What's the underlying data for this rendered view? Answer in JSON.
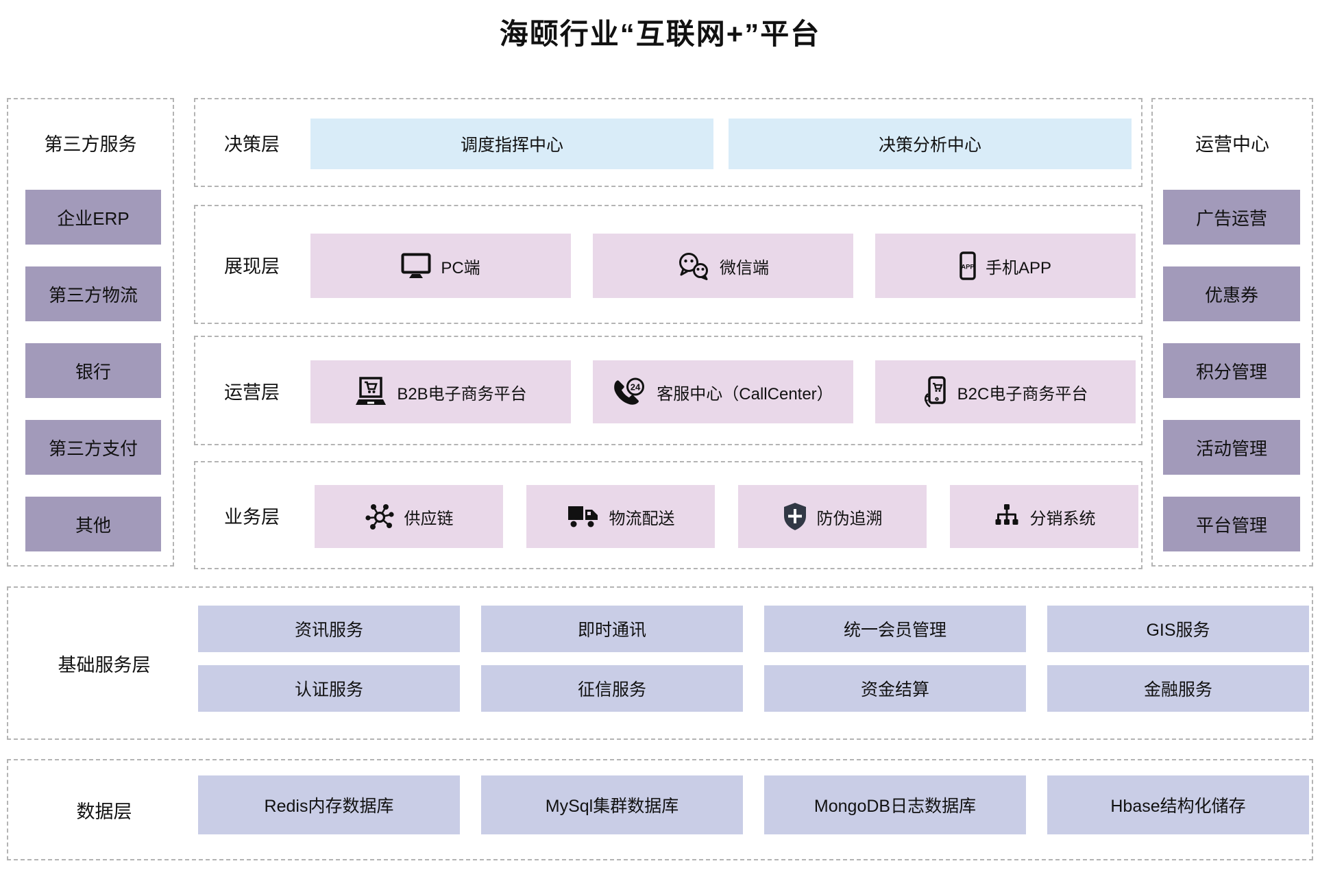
{
  "title": "海颐行业“互联网+”平台",
  "third_party": {
    "header": "第三方服务",
    "items": [
      "企业ERP",
      "第三方物流",
      "银行",
      "第三方支付",
      "其他"
    ]
  },
  "operation_center": {
    "header": "运营中心",
    "items": [
      "广告运营",
      "优惠券",
      "积分管理",
      "活动管理",
      "平台管理"
    ]
  },
  "layers": {
    "decision": {
      "label": "决策层",
      "items": [
        {
          "label": "调度指挥中心"
        },
        {
          "label": "决策分析中心"
        }
      ]
    },
    "presentation": {
      "label": "展现层",
      "items": [
        {
          "icon": "pc-icon",
          "label": "PC端"
        },
        {
          "icon": "wechat-icon",
          "label": "微信端"
        },
        {
          "icon": "mobile-app-icon",
          "label": "手机APP"
        }
      ]
    },
    "operation": {
      "label": "运营层",
      "items": [
        {
          "icon": "b2b-ecommerce-icon",
          "label": "B2B电子商务平台"
        },
        {
          "icon": "callcenter-24h-icon",
          "label": "客服中心（CallCenter）"
        },
        {
          "icon": "b2c-ecommerce-icon",
          "label": "B2C电子商务平台"
        }
      ]
    },
    "business": {
      "label": "业务层",
      "items": [
        {
          "icon": "supply-chain-icon",
          "label": "供应链"
        },
        {
          "icon": "logistics-truck-icon",
          "label": "物流配送"
        },
        {
          "icon": "anti-counterfeit-shield-icon",
          "label": "防伪追溯"
        },
        {
          "icon": "distribution-system-icon",
          "label": "分销系统"
        }
      ]
    }
  },
  "base_services": {
    "label": "基础服务层",
    "row1": [
      "资讯服务",
      "即时通讯",
      "统一会员管理",
      "GIS服务"
    ],
    "row2": [
      "认证服务",
      "征信服务",
      "资金结算",
      "金融服务"
    ]
  },
  "data_layer": {
    "label": "数据层",
    "items": [
      "Redis内存数据库",
      "MySql集群数据库",
      "MongoDB日志数据库",
      "Hbase结构化储存"
    ]
  },
  "colors": {
    "decision_box": "#d9ecf8",
    "channel_box": "#e9d8e9",
    "side_box": "#a29aba",
    "service_box": "#c9cde6",
    "dashed_border": "#b3b3b3",
    "title_text": "#111111"
  }
}
